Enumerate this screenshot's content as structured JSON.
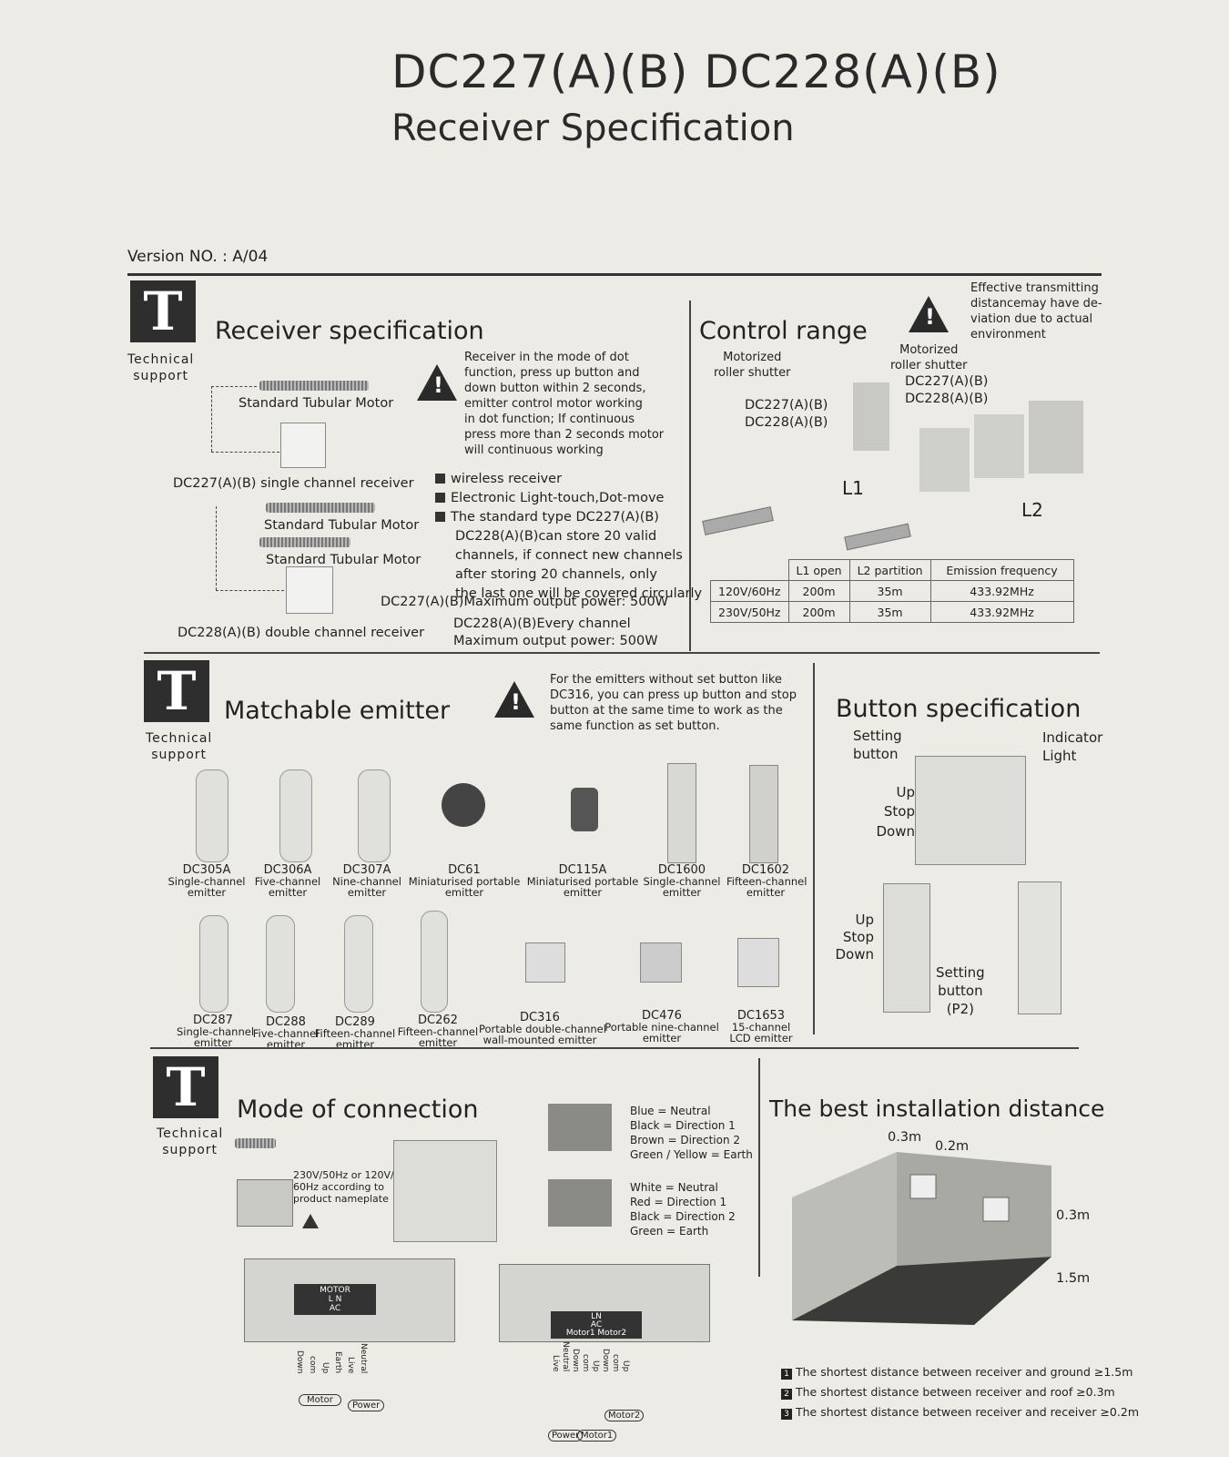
{
  "header": {
    "title_line1": "DC227(A)(B)  DC228(A)(B)",
    "title_line2": "Receiver Specification",
    "version": "Version NO. : A/04"
  },
  "tech_support_label": [
    "Technical",
    "support"
  ],
  "receiver_spec": {
    "heading": "Receiver specification",
    "motor_label": "Standard Tubular Motor",
    "warning_text": [
      "Receiver in the mode of dot",
      "function, press up button and",
      "down button within 2 seconds,",
      "emitter control motor working",
      "in dot function; If continuous",
      "press more than 2 seconds motor",
      "will continuous working"
    ],
    "single_receiver": "DC227(A)(B) single channel receiver",
    "double_receiver": "DC228(A)(B) double channel receiver",
    "bullets": [
      "wireless receiver",
      "Electronic Light-touch,Dot-move",
      "The standard type DC227(A)(B)"
    ],
    "bullet3_cont": [
      "DC228(A)(B)can store 20 valid",
      "channels, if connect new channels",
      "after storing 20 channels, only",
      "the last one will be covered circularly"
    ],
    "power_227": "DC227(A)(B)Maximum output power: 500W",
    "power_228": [
      "DC228(A)(B)Every channel",
      "Maximum output power: 500W"
    ]
  },
  "control_range": {
    "heading": "Control range",
    "warning_text": [
      "Effective transmitting",
      "distancemay have de-",
      "viation due to actual",
      "environment"
    ],
    "motorized_left": [
      "Motorized",
      "roller shutter"
    ],
    "motorized_right": [
      "Motorized",
      "roller shutter"
    ],
    "model_left": [
      "DC227(A)(B)",
      "DC228(A)(B)"
    ],
    "model_right": [
      "DC227(A)(B)",
      "DC228(A)(B)"
    ],
    "l1": "L1",
    "l2": "L2",
    "table": {
      "headers": [
        "",
        "L1 open",
        "L2 partition",
        "Emission frequency"
      ],
      "rows": [
        [
          "120V/60Hz",
          "200m",
          "35m",
          "433.92MHz"
        ],
        [
          "230V/50Hz",
          "200m",
          "35m",
          "433.92MHz"
        ]
      ]
    }
  },
  "matchable_emitter": {
    "heading": "Matchable emitter",
    "warning_text": [
      "For the emitters without set button like",
      "DC316, you can press up button and stop",
      "button at the same time to work as the",
      "same function as set button."
    ],
    "row1": [
      {
        "model": "DC305A",
        "desc": [
          "Single-channel",
          "emitter"
        ]
      },
      {
        "model": "DC306A",
        "desc": [
          "Five-channel",
          "emitter"
        ]
      },
      {
        "model": "DC307A",
        "desc": [
          "Nine-channel",
          "emitter"
        ]
      },
      {
        "model": "DC61",
        "desc": [
          "Miniaturised portable",
          "emitter"
        ]
      },
      {
        "model": "DC115A",
        "desc": [
          "Miniaturised portable",
          "emitter"
        ]
      },
      {
        "model": "DC1600",
        "desc": [
          "Single-channel",
          "emitter"
        ]
      },
      {
        "model": "DC1602",
        "desc": [
          "Fifteen-channel",
          "emitter"
        ]
      }
    ],
    "row2": [
      {
        "model": "DC287",
        "desc": [
          "Single-channel",
          "emitter"
        ]
      },
      {
        "model": "DC288",
        "desc": [
          "Five-channel",
          "emitter"
        ]
      },
      {
        "model": "DC289",
        "desc": [
          "Fifteen-channel",
          "emitter"
        ]
      },
      {
        "model": "DC262",
        "desc": [
          "Fifteen-channel",
          "emitter"
        ]
      },
      {
        "model": "DC316",
        "desc": [
          "Portable double-channel",
          "wall-mounted emitter"
        ]
      },
      {
        "model": "DC476",
        "desc": [
          "Portable nine-channel",
          "emitter"
        ]
      },
      {
        "model": "DC1653",
        "desc": [
          "15-channel",
          "LCD emitter"
        ]
      }
    ]
  },
  "button_spec": {
    "heading": "Button specification",
    "setting_button": [
      "Setting",
      "button"
    ],
    "indicator_light": [
      "Indicator",
      "Light"
    ],
    "up": "Up",
    "stop": "Stop",
    "down": "Down",
    "setting_button_p2": [
      "Setting",
      "button",
      "(P2)"
    ]
  },
  "connection": {
    "heading": "Mode of connection",
    "voltage_note": [
      "230V/50Hz or 120V/",
      "60Hz according to",
      "product nameplate"
    ],
    "wires_ac": [
      "Blue = Neutral",
      "Black = Direction 1",
      "Brown = Direction 2",
      "Green / Yellow = Earth"
    ],
    "wires_dc": [
      "White = Neutral",
      "Red = Direction 1",
      "Black = Direction 2",
      "Green = Earth"
    ],
    "terminal_left": [
      "MOTOR",
      "L N",
      "AC"
    ],
    "terminal_right": [
      "LN",
      "AC",
      "Motor1 Motor2"
    ],
    "left_wires": [
      "Down",
      "com",
      "Up",
      "Earth",
      "Live",
      "Neutral"
    ],
    "left_labels": [
      "Motor",
      "Power"
    ],
    "right_wires": [
      "Live",
      "Neutral",
      "Down",
      "com",
      "Up",
      "Down",
      "com",
      "Up"
    ],
    "right_labels": [
      "Power",
      "Motor1",
      "Motor2"
    ]
  },
  "installation": {
    "heading": "The best installation distance",
    "d1": "0.3m",
    "d2": "0.2m",
    "d3": "0.3m",
    "d4": "1.5m",
    "notes": [
      {
        "num": "1",
        "text": "The shortest distance between receiver and ground ≥1.5m"
      },
      {
        "num": "2",
        "text": "The shortest distance between receiver and roof ≥0.3m"
      },
      {
        "num": "3",
        "text": "The shortest distance between receiver and receiver ≥0.2m"
      }
    ]
  }
}
